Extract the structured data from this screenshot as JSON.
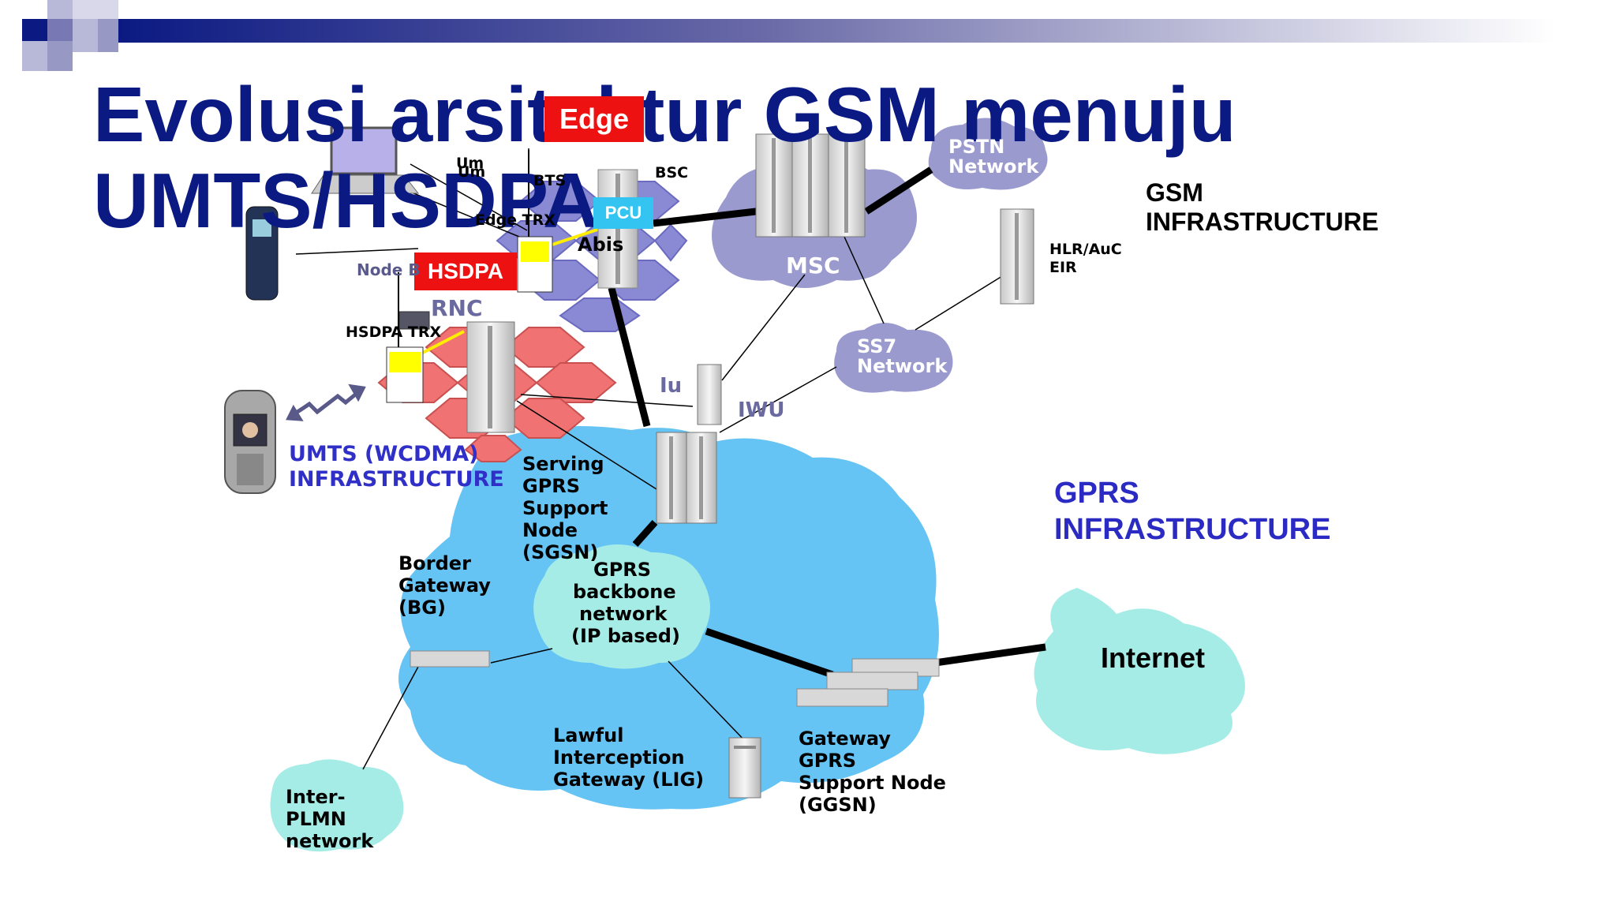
{
  "title": {
    "line1": "Evolusi arsitektur GSM menuju",
    "line2": "UMTS/HSDPA"
  },
  "tags": {
    "edge": "Edge",
    "hsdpa": "HSDPA",
    "pcu": "PCU"
  },
  "gsm": {
    "heading": [
      "GSM",
      "INFRASTRUCTURE"
    ],
    "bsc": "BSC",
    "bts": "BTS",
    "um1": "Um",
    "um2": "Um",
    "edge_trx": "Edge TRX",
    "abis": "Abis",
    "msc": "MSC",
    "pstn": [
      "PSTN",
      "Network"
    ],
    "hlr": [
      "HLR/AuC",
      "EIR"
    ],
    "ss7": [
      "SS7",
      "Network"
    ]
  },
  "umts": {
    "heading": [
      "UMTS (WCDMA)",
      "INFRASTRUCTURE"
    ],
    "node_b": "Node B",
    "rnc": "RNC",
    "hsdpa_trx": "HSDPA TRX",
    "iu": "Iu",
    "iwu": "IWU"
  },
  "gprs": {
    "heading": [
      "GPRS",
      "INFRASTRUCTURE"
    ],
    "sgsn": [
      "Serving",
      "GPRS",
      "Support",
      "Node",
      "(SGSN)"
    ],
    "bg": [
      "Border",
      "Gateway",
      "(BG)"
    ],
    "backbone": [
      "GPRS",
      "backbone",
      "network",
      "(IP based)"
    ],
    "lig": [
      "Lawful",
      "Interception",
      "Gateway (LIG)"
    ],
    "ggsn": [
      "Gateway",
      "GPRS",
      "Support Node",
      "(GGSN)"
    ],
    "interplmn": [
      "Inter-",
      "PLMN",
      "network"
    ],
    "internet": "Internet"
  },
  "colors": {
    "title": "#0b1a82",
    "gprs_cloud": "#66c4f5",
    "small_cloud": "#a6ece6",
    "gsm_cloud": "#9a9ace",
    "bts_hex": "#8a8ad4",
    "umts_hex": "#f07272",
    "label_blue": "#3030c8",
    "red_tag": "#ee1111",
    "pcu": "#33c4f2"
  }
}
